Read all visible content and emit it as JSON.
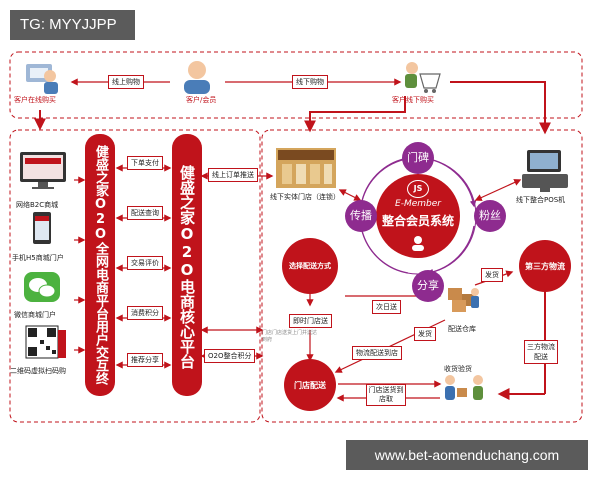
{
  "watermark_tag": "TG: MYYJJPP",
  "watermark_url": "www.bet-aomenduchang.com",
  "top_flow": {
    "online_buyer": "客户在线购买",
    "customer": "客户/会员",
    "offline_buyer": "客户线下购买",
    "online_purchase": "线上购物",
    "offline_purchase": "线下购物"
  },
  "channels": {
    "b2c": "网络B2C商城",
    "h5": "手机H5商城门户",
    "wechat": "微信商城门户",
    "qr": "二维码虚拟扫码购"
  },
  "platform_left": "健盛之家O2O全网电商平台用户交互终端",
  "platform_core": "健盛之家O2O电商核心平台",
  "link_boxes": [
    "下单支付",
    "配送查询",
    "交易评价",
    "消费积分",
    "推荐分享"
  ],
  "online_order_push": "线上订单推送",
  "o2o_points": "O2O整合积分",
  "store_label": "线下实体门店（连锁）",
  "pos_label": "线下整合POS机",
  "member_system": {
    "title_en": "E-Member",
    "title_cn": "整合会员系统",
    "logo": "JS",
    "nodes": [
      "门碑",
      "传播",
      "粉丝",
      "分享"
    ]
  },
  "delivery": {
    "choose": "选择配送方式",
    "instant": "即时门店送",
    "next_day": "次日送",
    "warehouse": "配送仓库",
    "ship1": "发货",
    "ship2": "发货",
    "third_party": "第三方物流",
    "third_party_delivery": "三方物流配送",
    "store_delivery_box": "物流配送到店",
    "store_delivery": "门店配送",
    "store_dispatch": "门店送货到店取",
    "receive": "收货验货",
    "store_note": "门店门店送货上门并送达到府"
  },
  "colors": {
    "brand_red": "#c0131b",
    "purple": "#8e2b8f",
    "dash": "#c0131b"
  }
}
